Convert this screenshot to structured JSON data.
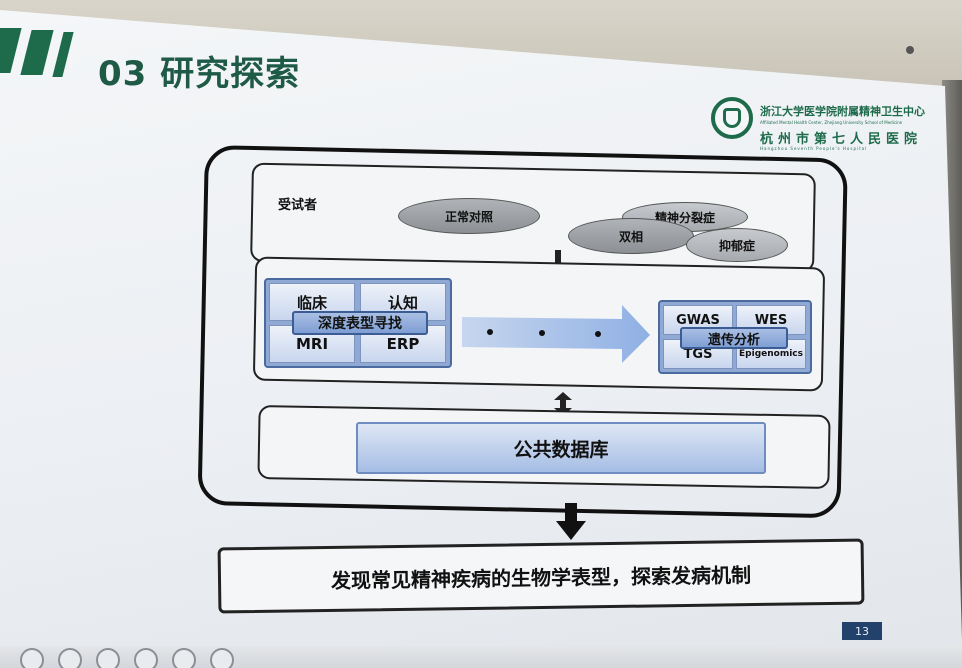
{
  "slide": {
    "title": "03 研究探索",
    "page_number": "13",
    "logo": {
      "line1": "浙江大学医学院附属精神卫生中心",
      "line2": "Affiliated Mental Health Center, Zhejiang University School of Medicine",
      "line3": "杭州市第七人民医院",
      "line4": "Hangzhou Seventh People's Hospital"
    }
  },
  "subjects": {
    "label": "受试者",
    "groups": [
      "正常对照",
      "精神分裂症",
      "双相",
      "抑郁症"
    ]
  },
  "phenotyping": {
    "cells": [
      "临床",
      "认知",
      "MRI",
      "ERP"
    ],
    "center_label": "深度表型寻找"
  },
  "genetics": {
    "cells": [
      "GWAS",
      "WES",
      "TGS",
      "Epigenomics"
    ],
    "center_label": "遗传分析"
  },
  "database": {
    "label": "公共数据库"
  },
  "conclusion": {
    "text": "发现常见精神疾病的生物学表型，探索发病机制"
  },
  "colors": {
    "title_green": "#1e5a46",
    "accent_blue": "#7f9ed4",
    "page_badge": "#23426b"
  }
}
